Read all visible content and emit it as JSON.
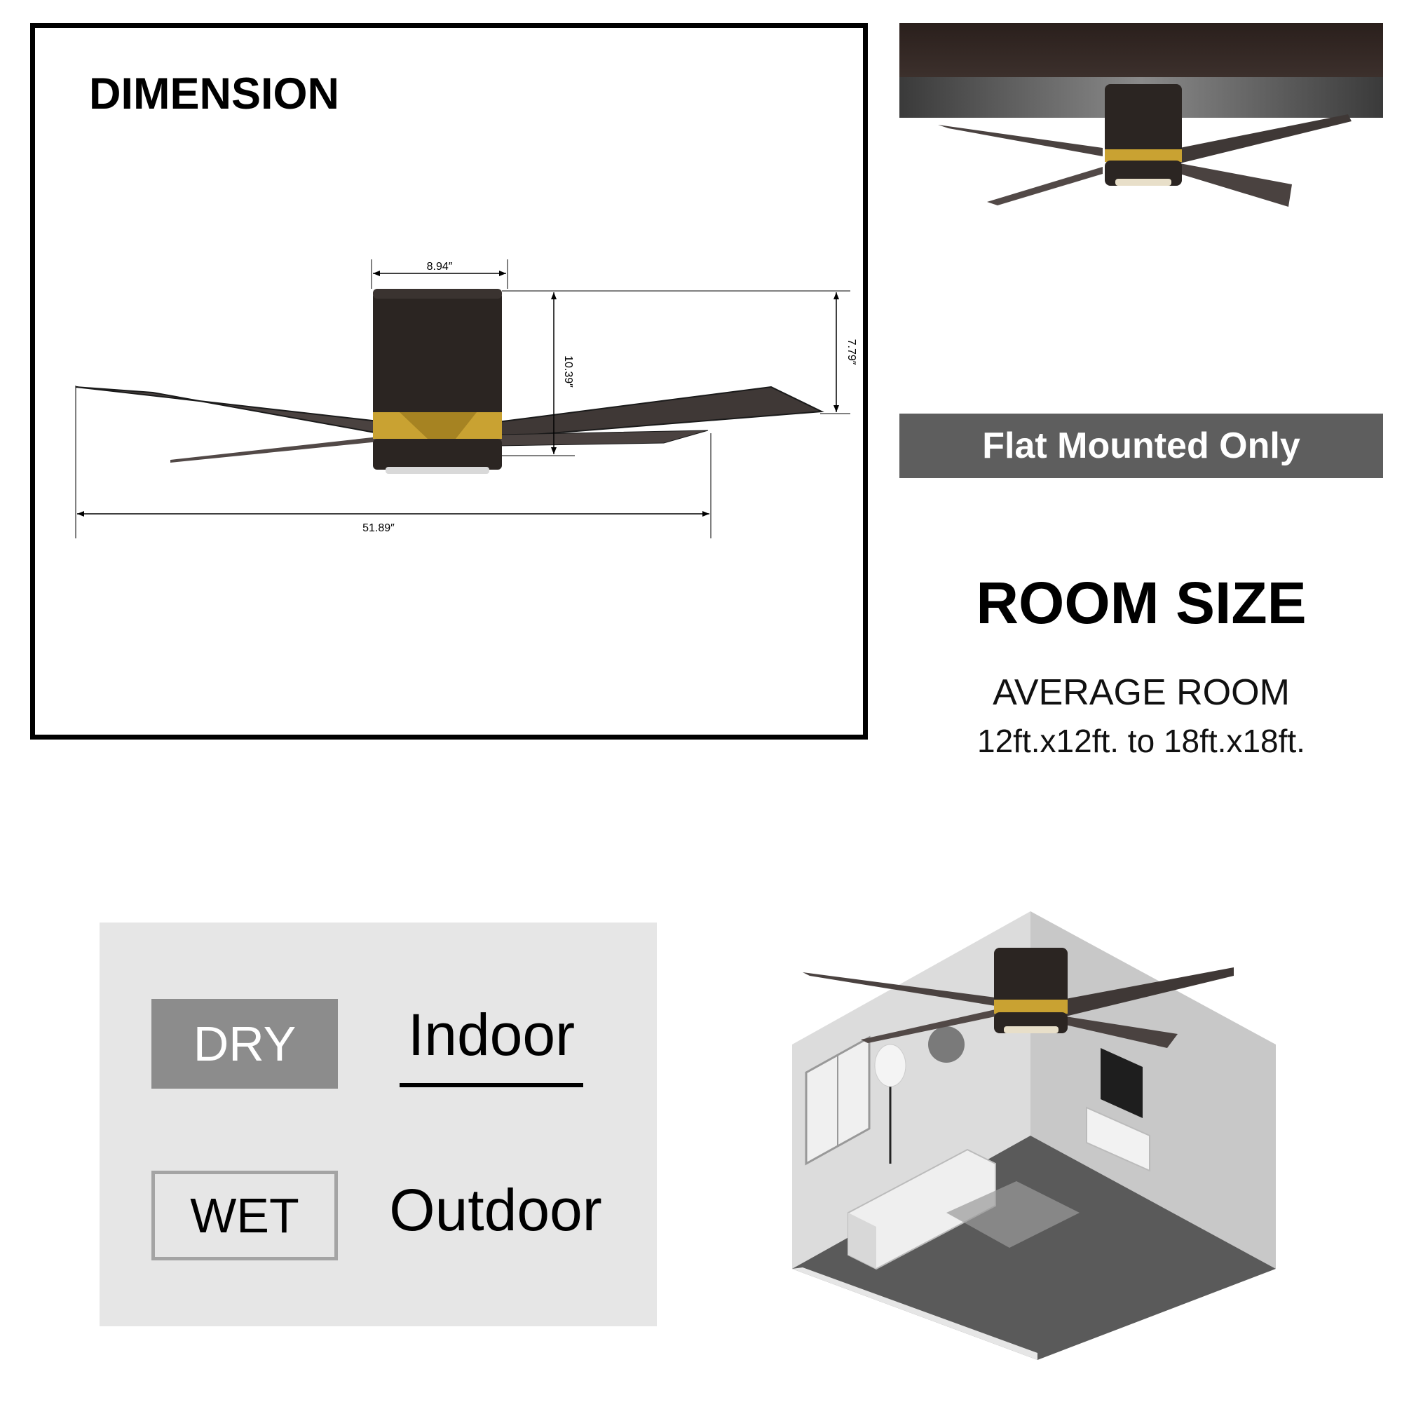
{
  "dimension": {
    "title": "DIMENSION",
    "width_top": "8.94″",
    "height_total": "10.39″",
    "height_motor": "7.79″",
    "span": "51.89″"
  },
  "mount": {
    "label": "Flat Mounted Only"
  },
  "room_size": {
    "title": "ROOM SIZE",
    "line1": "AVERAGE ROOM",
    "line2": "12ft.x12ft. to 18ft.x18ft."
  },
  "location": {
    "dry_label": "DRY",
    "indoor_label": "Indoor",
    "wet_label": "WET",
    "outdoor_label": "Outdoor"
  },
  "colors": {
    "fan_body": "#2b2522",
    "blade": "#4a4240",
    "brass": "#c9a232",
    "banner_bg": "#5e5e5e",
    "panel_bg": "#e6e6e6",
    "dry_bg": "#8c8c8c",
    "wet_border": "#a4a4a4"
  },
  "icons": {
    "fan_drawing": "ceiling-fan-dimension-drawing",
    "fan_photo": "ceiling-fan-photo",
    "room": "living-room-illustration"
  }
}
